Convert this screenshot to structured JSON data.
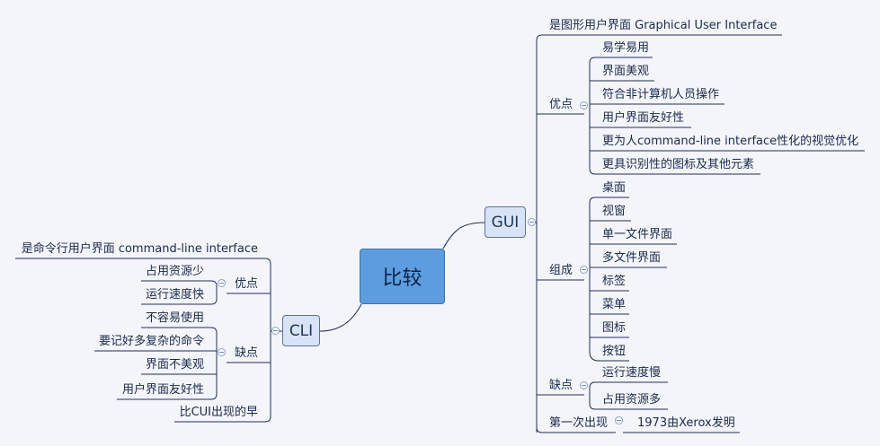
{
  "center": "比较",
  "gui": {
    "label": "GUI",
    "definition": "是图形用户界面 Graphical User Interface",
    "pros": {
      "label": "优点",
      "items": [
        "易学易用",
        "界面美观",
        "符合非计算机人员操作",
        "用户界面友好性",
        "更为人command-line interface性化的视觉优化",
        "更具识别性的图标及其他元素"
      ]
    },
    "parts": {
      "label": "组成",
      "items": [
        "桌面",
        "视窗",
        "单一文件界面",
        "多文件界面",
        "标签",
        "菜单",
        "图标",
        "按钮"
      ]
    },
    "cons": {
      "label": "缺点",
      "items": [
        "运行速度慢",
        "占用资源多"
      ]
    },
    "first": {
      "label": "第一次出现",
      "value": "1973由Xerox发明"
    }
  },
  "cli": {
    "label": "CLI",
    "definition": "是命令行用户界面 command-line interface",
    "pros": {
      "label": "优点",
      "items": [
        "占用资源少",
        "运行速度快"
      ]
    },
    "cons": {
      "label": "缺点",
      "items": [
        "不容易使用",
        "要记好多复杂的命令",
        "界面不美观",
        "用户界面友好性"
      ]
    },
    "earlier": "比CUI出现的早"
  }
}
